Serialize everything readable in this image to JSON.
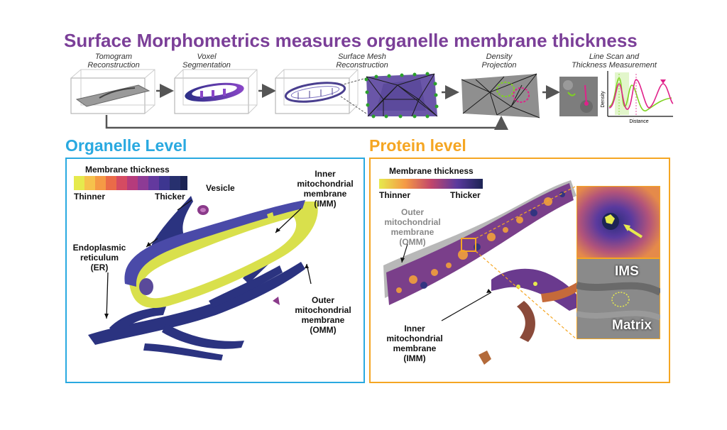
{
  "title": "Surface Morphometrics measures organelle membrane thickness",
  "pipeline": {
    "steps": [
      {
        "line1": "Tomogram",
        "line2": "Reconstruction"
      },
      {
        "line1": "Voxel",
        "line2": "Segmentation"
      },
      {
        "line1": "Surface Mesh",
        "line2": "Reconstruction"
      },
      {
        "line1": "Density",
        "line2": "Projection"
      },
      {
        "line1": "Line Scan and",
        "line2": "Thickness Measurement"
      }
    ],
    "plot": {
      "ylabel": "Density",
      "xlabel": "Distance"
    }
  },
  "organelle_panel": {
    "heading": "Organelle Level",
    "legend_title": "Membrane thickness",
    "legend_min": "Thinner",
    "legend_max": "Thicker",
    "labels": {
      "vesicle": "Vesicle",
      "er": [
        "Endoplasmic",
        "reticulum",
        "(ER)"
      ],
      "imm": [
        "Inner",
        "mitochondrial",
        "membrane",
        "(IMM)"
      ],
      "omm": [
        "Outer",
        "mitochondrial",
        "membrane",
        "(OMM)"
      ]
    }
  },
  "protein_panel": {
    "heading": "Protein level",
    "legend_title": "Membrane thickness",
    "legend_min": "Thinner",
    "legend_max": "Thicker",
    "labels": {
      "omm": [
        "Outer",
        "mitochondrial",
        "membrane",
        "(OMM)"
      ],
      "imm": [
        "Inner",
        "mitochondrial",
        "membrane",
        "(IMM)"
      ]
    },
    "inset": {
      "ims": "IMS",
      "matrix": "Matrix"
    }
  },
  "colors": {
    "title": "#7b3f98",
    "organelle_panel": "#29a9e0",
    "protein_panel": "#f5a623",
    "thin": "#e6ea4d",
    "thick": "#1c2454"
  }
}
